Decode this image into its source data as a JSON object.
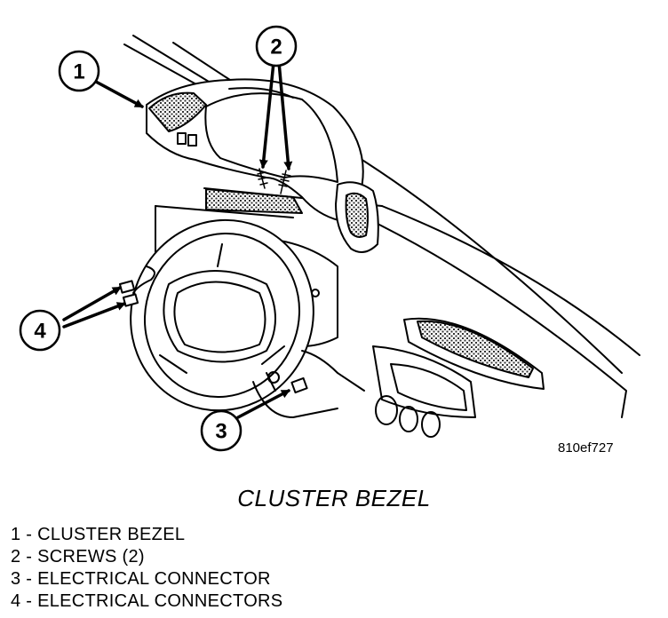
{
  "figure": {
    "code": "810ef727",
    "callouts": [
      "1",
      "2",
      "3",
      "4"
    ],
    "colors": {
      "line": "#000000",
      "background": "#ffffff",
      "hatch": "#555555"
    }
  },
  "caption": "CLUSTER BEZEL",
  "legend": [
    "1 - CLUSTER BEZEL",
    "2 - SCREWS (2)",
    "3 - ELECTRICAL CONNECTOR",
    "4 - ELECTRICAL CONNECTORS"
  ]
}
